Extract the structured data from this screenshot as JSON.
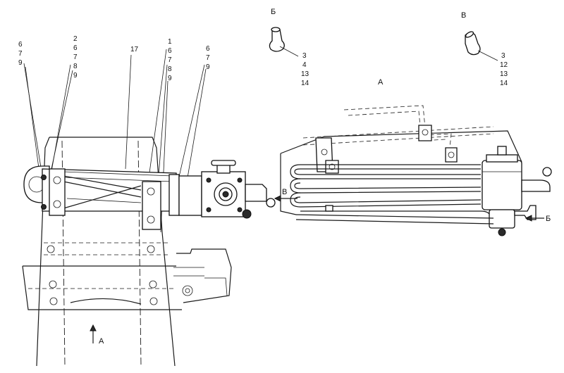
{
  "view_labels": {
    "view_b": "Б",
    "view_v": "В",
    "view_a": "А",
    "arrow_v": "В",
    "arrow_b": "Б",
    "arrow_a": "А"
  },
  "callouts": {
    "left_group_1": [
      "6",
      "7",
      "9"
    ],
    "left_group_2": [
      "2",
      "6",
      "7",
      "8",
      "9"
    ],
    "part_17": "17",
    "mid_group": [
      "1",
      "6",
      "7",
      "8",
      "9"
    ],
    "right_group": [
      "6",
      "7",
      "9"
    ],
    "detail_b": [
      "3",
      "4",
      "13",
      "14"
    ],
    "detail_v": [
      "3",
      "12",
      "13",
      "14"
    ]
  }
}
